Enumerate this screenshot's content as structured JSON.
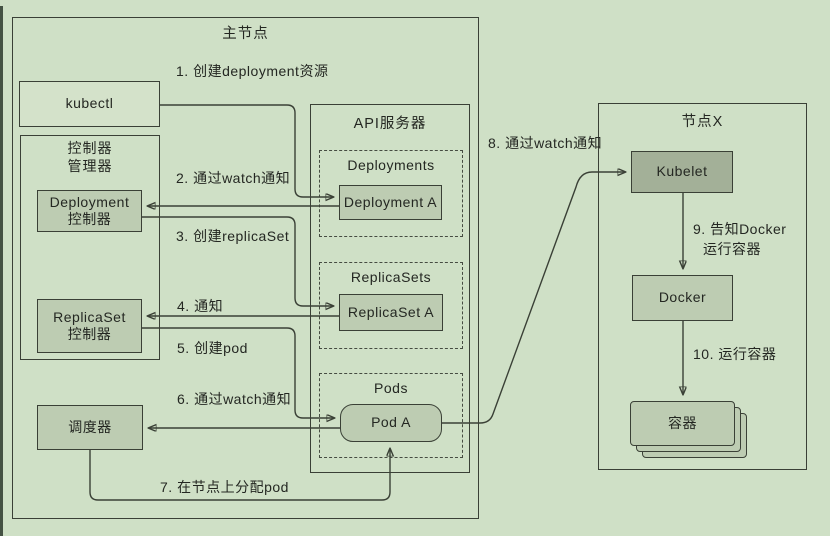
{
  "master": {
    "title": "主节点",
    "kubectl": "kubectl",
    "controller_manager": {
      "line1": "控制器",
      "line2": "管理器"
    },
    "deployment_controller": {
      "line1": "Deployment",
      "line2": "控制器"
    },
    "replicaset_controller": {
      "line1": "ReplicaSet",
      "line2": "控制器"
    },
    "scheduler": "调度器",
    "api_server": {
      "title": "API服务器",
      "deployments_group": "Deployments",
      "deployment_a": "Deployment A",
      "replicasets_group": "ReplicaSets",
      "replicaset_a": "ReplicaSet A",
      "pods_group": "Pods",
      "pod_a": "Pod A"
    }
  },
  "node_x": {
    "title": "节点X",
    "kubelet": "Kubelet",
    "docker": "Docker",
    "container": "容器"
  },
  "steps": {
    "s1": "1. 创建deployment资源",
    "s2": "2. 通过watch通知",
    "s3": "3. 创建replicaSet",
    "s4": "4. 通知",
    "s5": "5. 创建pod",
    "s6": "6. 通过watch通知",
    "s7": "7. 在节点上分配pod",
    "s8": "8. 通过watch通知",
    "s9_line1": "9. 告知Docker",
    "s9_line2": "运行容器",
    "s10": "10. 运行容器"
  },
  "colors": {
    "bg": "#cfe0c6",
    "box_fill": "#bdccb2",
    "panel_fill": "#d4e2ca",
    "kubelet_fill": "#a3b098",
    "border": "#3a4036",
    "text": "#242722",
    "edge": "#2c382c"
  }
}
